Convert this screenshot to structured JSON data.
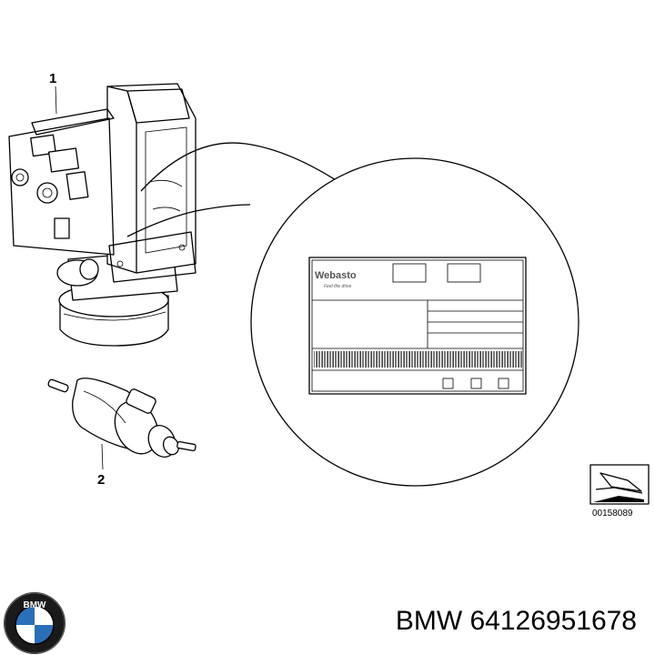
{
  "callouts": [
    "1",
    "2"
  ],
  "label_brand": "Webasto",
  "label_tagline": "Feel the drive",
  "diagram_number": "00158089",
  "logo_text": "BMW",
  "caption": "BMW 64126951678",
  "icons": [
    "heater-unit-icon",
    "dosing-pump-icon",
    "reference-arrow-icon",
    "bmw-logo-icon"
  ]
}
